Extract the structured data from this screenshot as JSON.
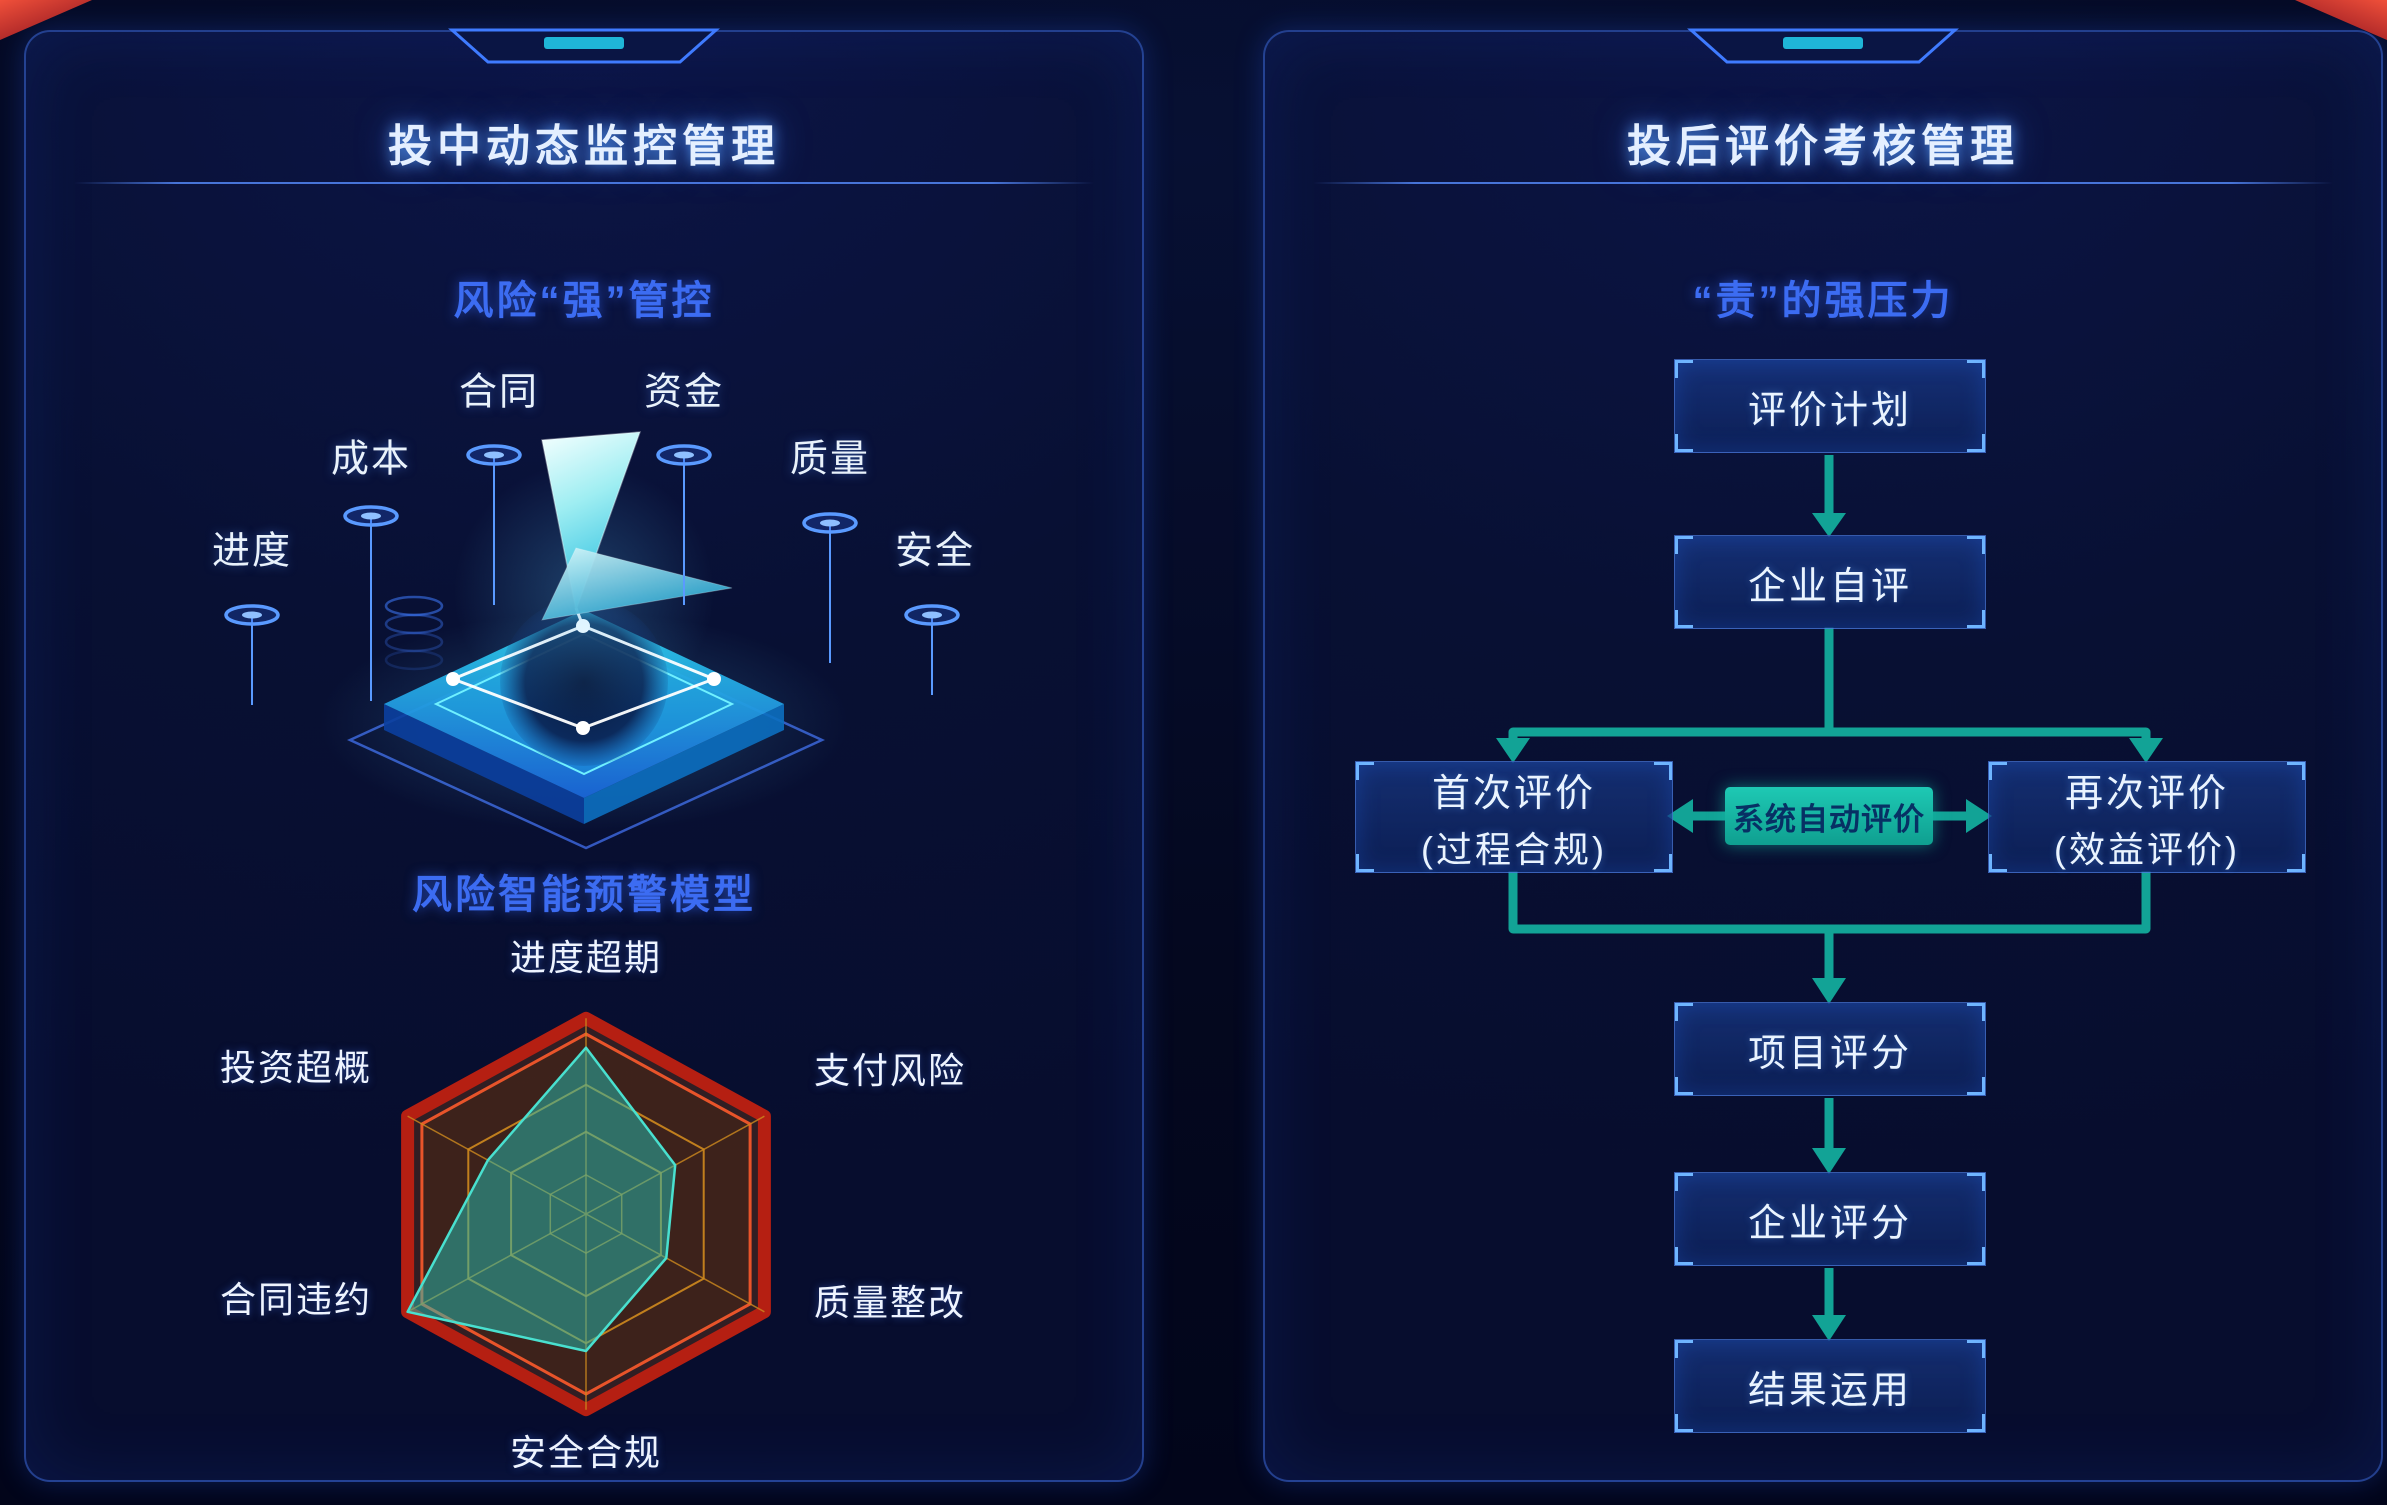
{
  "app": {
    "background": "#04081f"
  },
  "colors": {
    "accent_blue": "#3c6cf2",
    "accent_teal": "#12a396",
    "accent_red": "#c6251a",
    "panel_border": "#3a69dc",
    "title_text": "#e4efff"
  },
  "left_panel": {
    "title": "投中动态监控管理",
    "subtitle": "风险“强”管控",
    "risk_points": [
      "进度",
      "成本",
      "合同",
      "资金",
      "质量",
      "安全"
    ],
    "model_title": "风险智能预警模型"
  },
  "right_panel": {
    "title": "投后评价考核管理",
    "subtitle": "“责”的强压力",
    "flow": {
      "step_plan": "评价计划",
      "step_self": "企业自评",
      "first_eval_line1": "首次评价",
      "first_eval_line2": "(过程合规)",
      "auto_eval": "系统自动评价",
      "second_eval_line1": "再次评价",
      "second_eval_line2": "(效益评价)",
      "step_project": "项目评分",
      "step_enterprise": "企业评分",
      "step_result": "结果运用"
    }
  },
  "chart_data": {
    "type": "radar",
    "title": "风险智能预警模型",
    "categories": [
      "进度超期",
      "支付风险",
      "质量整改",
      "安全合规",
      "合同违约",
      "投资超概"
    ],
    "values": [
      0.85,
      0.5,
      0.45,
      0.7,
      1.0,
      0.55
    ],
    "scale": [
      0,
      1
    ],
    "grid": "hexagon",
    "legend": "none",
    "colors": {
      "outer_ring": "#b51f12",
      "inner_rings": "#cf8a1e",
      "fill": "rgba(35,190,180,0.5)",
      "stroke": "#49e0cf"
    }
  }
}
